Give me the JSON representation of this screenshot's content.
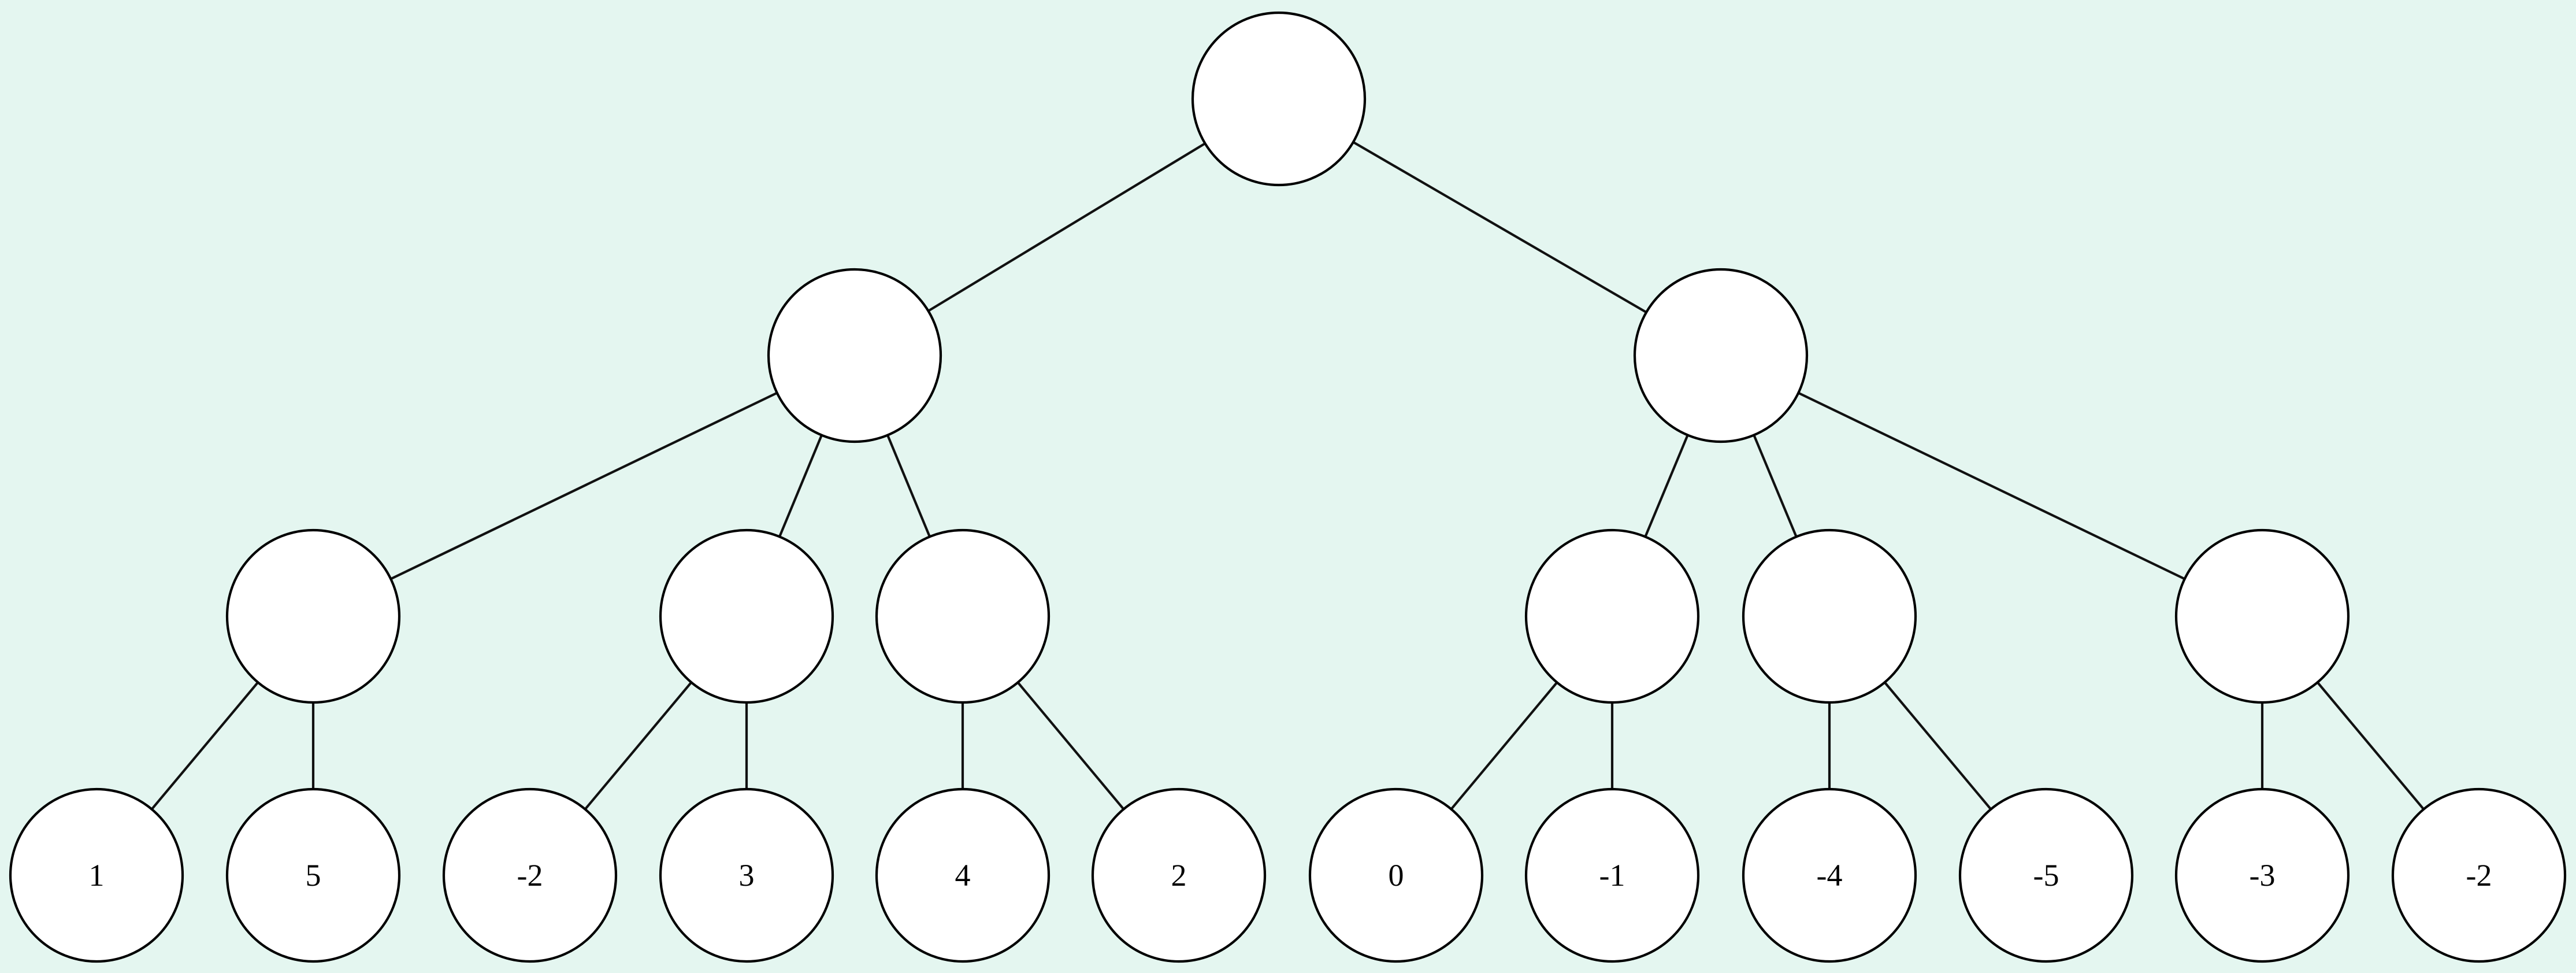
{
  "tree": {
    "root": {
      "label": "",
      "children": [
        {
          "label": "",
          "children": [
            {
              "label": "",
              "children": [
                {
                  "label": "1"
                },
                {
                  "label": "5"
                }
              ]
            },
            {
              "label": "",
              "children": [
                {
                  "label": "-2"
                },
                {
                  "label": "3"
                }
              ]
            },
            {
              "label": "",
              "children": [
                {
                  "label": "4"
                },
                {
                  "label": "2"
                }
              ]
            }
          ]
        },
        {
          "label": "",
          "children": [
            {
              "label": "",
              "children": [
                {
                  "label": "0"
                },
                {
                  "label": "-1"
                }
              ]
            },
            {
              "label": "",
              "children": [
                {
                  "label": "-4"
                },
                {
                  "label": "-5"
                }
              ]
            },
            {
              "label": "",
              "children": [
                {
                  "label": "-3"
                },
                {
                  "label": "-2"
                }
              ]
            }
          ]
        }
      ]
    }
  },
  "colors": {
    "background": "#e4f6f0",
    "node_fill": "#ffffff",
    "node_stroke": "#000000",
    "edge": "#111111"
  }
}
